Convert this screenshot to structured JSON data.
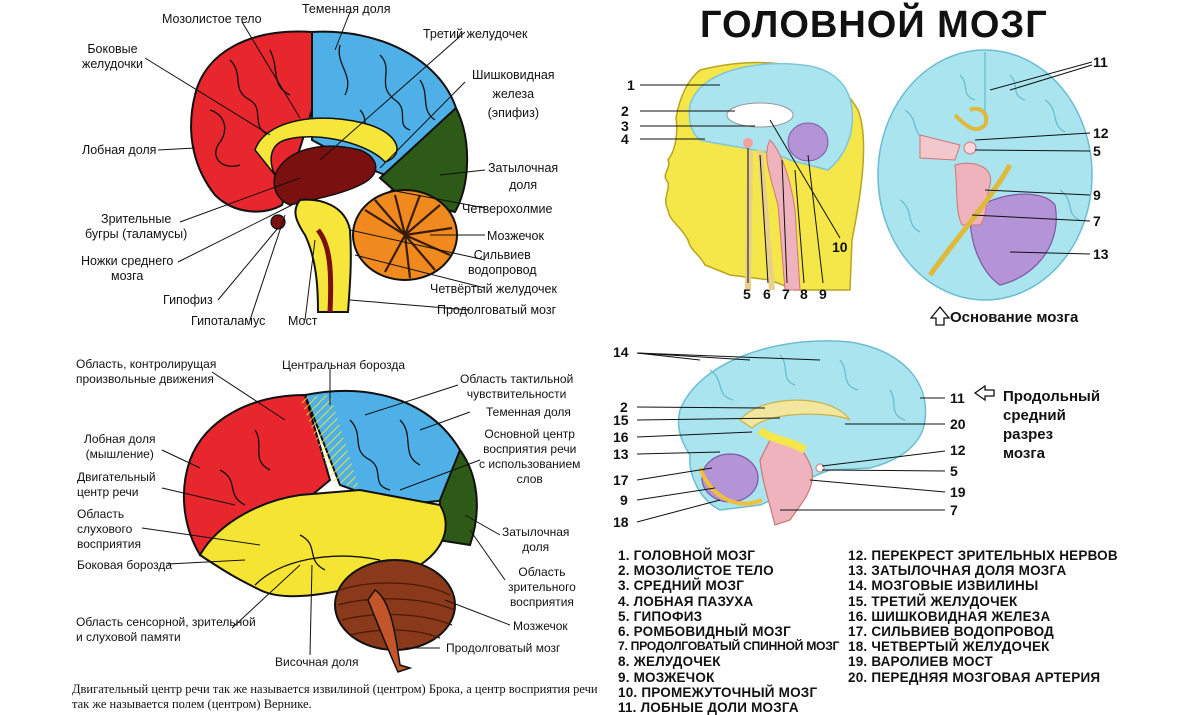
{
  "title": "ГОЛОВНОЙ МОЗГ",
  "sagittal_labels": {
    "corpus_callosum": "Мозолистое тело",
    "parietal": "Теменная доля",
    "third_ventricle": "Третий желудочек",
    "lateral_ventricles": "Боковые\nжелудочки",
    "pineal": "Шишковидная\nжелеза\n(эпифиз)",
    "frontal": "Лобная доля",
    "occipital": "Затылочная\nдоля",
    "tectum": "Четверохолмие",
    "thalamus": "Зрительные\nбугры (таламусы)",
    "cerebellum": "Мозжечок",
    "midbrain_peduncles": "Ножки среднего\nмозга",
    "aqueduct": "Сильвиев\nводопровод",
    "fourth_ventricle": "Четвёртый желудочек",
    "pituitary": "Гипофиз",
    "medulla": "Продолговатый мозг",
    "hypothalamus": "Гипоталамус",
    "pons": "Мост"
  },
  "lateral_labels": {
    "voluntary": "Область, контролирущая\nпроизвольные движения",
    "central_sulcus": "Центральная борозда",
    "tactile": "Область тактильной\nчувствительности",
    "parietal": "Теменная доля",
    "speech_perception": "Основной центр\nвосприятия речи\nс использованием\nслов",
    "frontal": "Лобная доля\n(мышление)",
    "motor_speech": "Двигательный\nцентр речи",
    "auditory": "Область\nслухового\nвосприятия",
    "occipital": "Затылочная\nдоля",
    "visual": "Область\nзрительного\nвосприятия",
    "lateral_sulcus": "Боковая борозда",
    "cerebellum": "Мозжечок",
    "memory": "Область сенсорной, зрительной\nи слуховой памяти",
    "medulla": "Продолговатый мозг",
    "temporal": "Височная доля"
  },
  "caption": "Двигательный центр речи так же называется извилиной (центром) Брока, а центр восприятия речи\nтак же называется полем (центром) Вернике.",
  "head_numbers": [
    "1",
    "2",
    "3",
    "4",
    "5",
    "6",
    "7",
    "8",
    "9",
    "10"
  ],
  "base_numbers": [
    "11",
    "12",
    "5",
    "9",
    "7",
    "13"
  ],
  "base_caption": "Основание мозга",
  "mid_numbers": [
    "14",
    "2",
    "15",
    "16",
    "13",
    "17",
    "9",
    "18",
    "11",
    "20",
    "12",
    "5",
    "19",
    "7"
  ],
  "mid_caption": "Продольный\nсредний\nразрез\nмозга",
  "legend_left": [
    "1. ГОЛОВНОЙ МОЗГ",
    "2. МОЗОЛИСТОЕ ТЕЛО",
    "3. СРЕДНИЙ МОЗГ",
    "4. ЛОБНАЯ ПАЗУХА",
    "5. ГИПОФИЗ",
    "6. РОМБОВИДНЫЙ МОЗГ",
    "7. ПРОДОЛГОВАТЫЙ СПИННОЙ МОЗГ",
    "8. ЖЕЛУДОЧЕК",
    "9. МОЗЖЕЧОК",
    "10. ПРОМЕЖУТОЧНЫЙ МОЗГ",
    "11. ЛОБНЫЕ ДОЛИ МОЗГА"
  ],
  "legend_right": [
    "12. ПЕРЕКРЕСТ ЗРИТЕЛЬНЫХ НЕРВОВ",
    "13. ЗАТЫЛОЧНАЯ ДОЛЯ МОЗГА",
    "14. МОЗГОВЫЕ ИЗВИЛИНЫ",
    "15. ТРЕТИЙ ЖЕЛУДОЧЕК",
    "16. ШИШКОВИДНАЯ ЖЕЛЕЗА",
    "17. СИЛЬВИЕВ ВОДОПРОВОД",
    "18. ЧЕТВЕРТЫЙ ЖЕЛУДОЧЕК",
    "19. ВАРОЛИЕВ МОСТ",
    "20. ПЕРЕДНЯЯ МОЗГОВАЯ АРТЕРИЯ"
  ],
  "colors": {
    "frontal_red": "#e8262d",
    "parietal_blue": "#4fb0e8",
    "occipital_green": "#2d5a16",
    "temporal_yellow": "#f5e532",
    "stem_yellow": "#f7e63a",
    "cerebellum_orange": "#f08a1e",
    "brain_cyan": "#a9e4ef",
    "cerebellum_purple": "#b493d6",
    "stem_pink": "#efb3bd"
  }
}
